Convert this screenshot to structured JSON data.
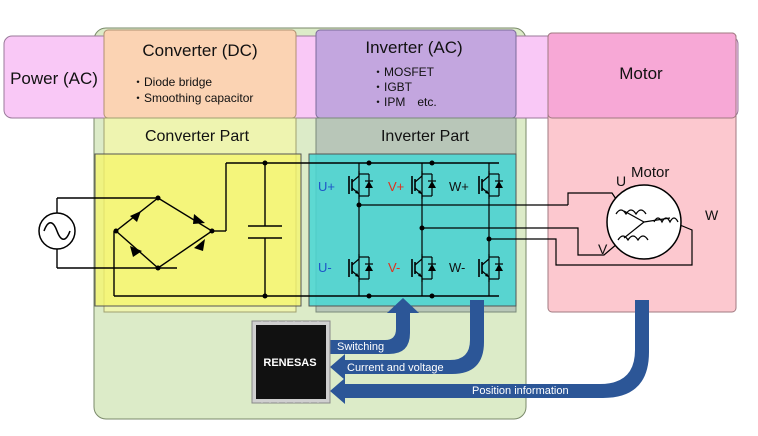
{
  "header": {
    "power_label": "Power (AC)",
    "converter_title": "Converter (DC)",
    "converter_items": [
      "・Diode bridge",
      "・Smoothing capacitor"
    ],
    "inverter_title": "Inverter (AC)",
    "inverter_items": [
      "・MOSFET",
      "・IGBT",
      "・IPM　etc."
    ],
    "motor_title": "Motor"
  },
  "parts": {
    "converter_part": "Converter Part",
    "inverter_part": "Inverter Part"
  },
  "switches": {
    "u_plus": "U+",
    "v_plus": "V+",
    "w_plus": "W+",
    "u_minus": "U-",
    "v_minus": "V-",
    "w_minus": "W-"
  },
  "motor": {
    "label": "Motor",
    "u": "U",
    "v": "V",
    "w": "W"
  },
  "mcu": {
    "logo": "RENESAS"
  },
  "signals": {
    "switching": "Switching",
    "current_voltage": "Current and voltage",
    "position": "Position information"
  },
  "colors": {
    "power_bg": "#f9c8f6",
    "converter_header": "#fbd3b3",
    "inverter_header": "#c3a6df",
    "motor_header": "#f7a8d6",
    "motor_body": "#fcc8cf",
    "control_area": "#dcebc8",
    "converter_part": "#eef4b0",
    "converter_circuit": "#f5f56a",
    "inverter_part": "#b8c6b8",
    "inverter_circuit": "#46d6d4",
    "arrow": "#2c5697",
    "red_label": "#e0301e",
    "blue_label": "#1e55c8"
  }
}
